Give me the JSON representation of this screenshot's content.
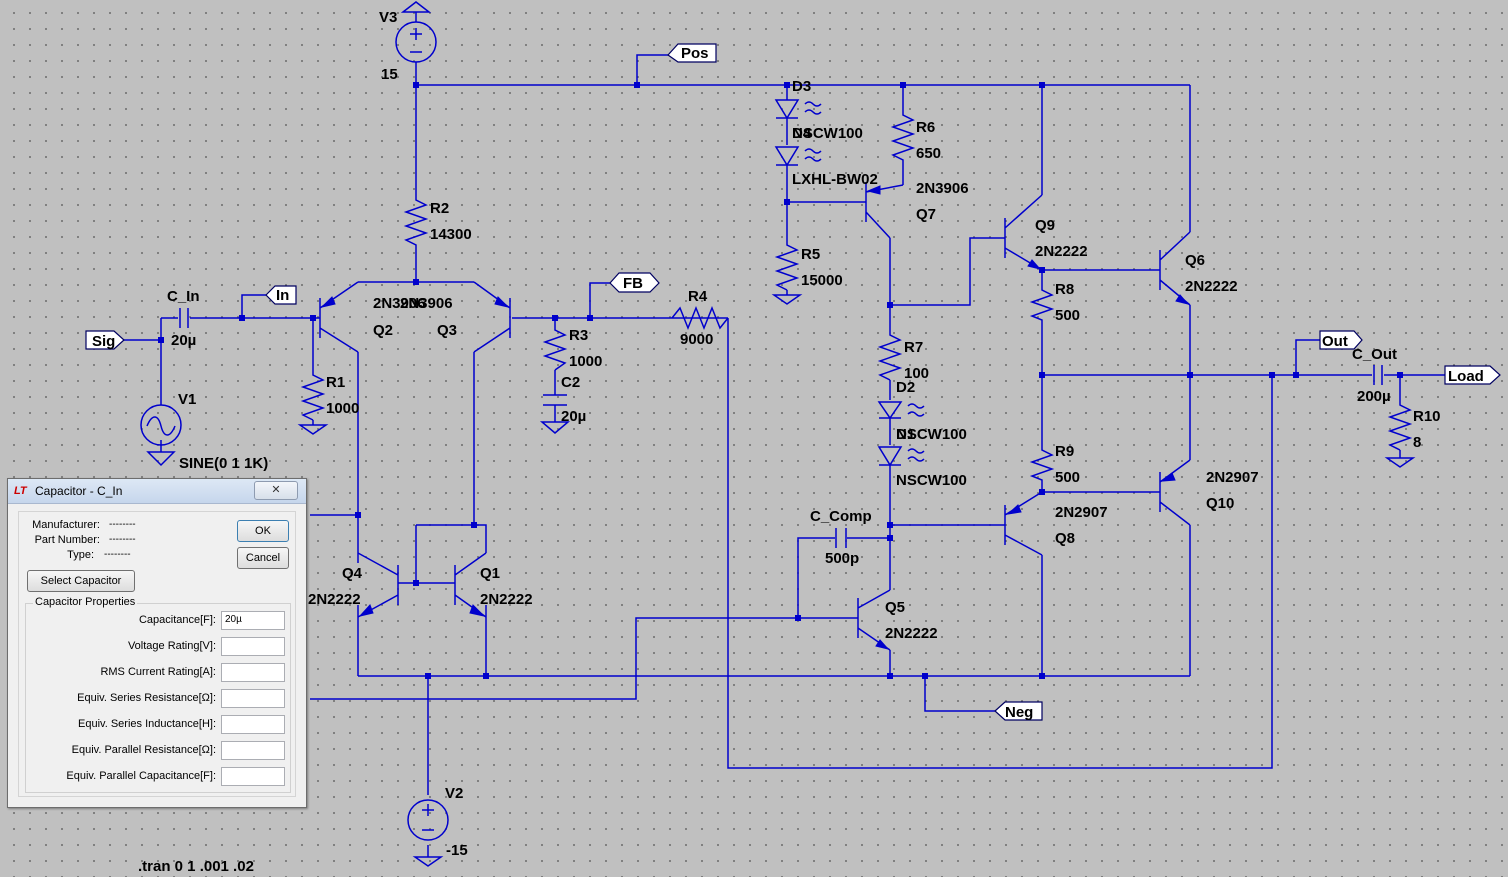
{
  "schematic": {
    "components": {
      "V3": {
        "name": "V3",
        "value": "15"
      },
      "V1": {
        "name": "V1",
        "value": "SINE(0 1 1K)"
      },
      "V2": {
        "name": "V2",
        "value": "-15"
      },
      "R1": {
        "name": "R1",
        "value": "1000"
      },
      "R2": {
        "name": "R2",
        "value": "14300"
      },
      "R3": {
        "name": "R3",
        "value": "1000"
      },
      "R4": {
        "name": "R4",
        "value": "9000"
      },
      "R5": {
        "name": "R5",
        "value": "15000"
      },
      "R6": {
        "name": "R6",
        "value": "650"
      },
      "R7": {
        "name": "R7",
        "value": "100"
      },
      "R8": {
        "name": "R8",
        "value": "500"
      },
      "R9": {
        "name": "R9",
        "value": "500"
      },
      "R10": {
        "name": "R10",
        "value": "8"
      },
      "C_In": {
        "name": "C_In",
        "value": "20µ"
      },
      "C2": {
        "name": "C2",
        "value": "20µ"
      },
      "C_Comp": {
        "name": "C_Comp",
        "value": "500p"
      },
      "C_Out": {
        "name": "C_Out",
        "value": "200µ"
      },
      "Q1": {
        "name": "Q1",
        "value": "2N2222"
      },
      "Q2": {
        "name": "Q2",
        "value": "2N3906"
      },
      "Q3": {
        "name": "Q3",
        "value": "2N3906"
      },
      "Q4": {
        "name": "Q4",
        "value": "2N2222"
      },
      "Q5": {
        "name": "Q5",
        "value": "2N2222"
      },
      "Q6": {
        "name": "Q6",
        "value": "2N2222"
      },
      "Q7": {
        "name": "Q7",
        "value": "2N3906"
      },
      "Q8": {
        "name": "Q8",
        "value": "2N2907"
      },
      "Q9": {
        "name": "Q9",
        "value": "2N2222"
      },
      "Q10": {
        "name": "Q10",
        "value": "2N2907"
      },
      "D1": {
        "name": "D1",
        "value": "NSCW100"
      },
      "D2": {
        "name": "D2",
        "value": "NSCW100"
      },
      "D3": {
        "name": "D3",
        "value": "NSCW100"
      },
      "D4": {
        "name": "D4",
        "value": "LXHL-BW02"
      },
      "D4b": {
        "value": "NSCW100"
      }
    },
    "net_labels": {
      "pos": "Pos",
      "in": "In",
      "sig": "Sig",
      "fb": "FB",
      "out": "Out",
      "load": "Load",
      "neg": "Neg"
    },
    "directive": ".tran 0 1 .001 .02"
  },
  "dialog": {
    "title": "Capacitor - C_In",
    "close_label": "✕",
    "manufacturer_label": "Manufacturer:",
    "manufacturer_value": "--------",
    "part_number_label": "Part Number:",
    "part_number_value": "--------",
    "type_label": "Type:",
    "type_value": "--------",
    "ok_label": "OK",
    "cancel_label": "Cancel",
    "select_label": "Select Capacitor",
    "group_label": "Capacitor Properties",
    "fields": [
      {
        "label": "Capacitance[F]:",
        "value": "20µ"
      },
      {
        "label": "Voltage Rating[V]:",
        "value": ""
      },
      {
        "label": "RMS Current Rating[A]:",
        "value": ""
      },
      {
        "label": "Equiv. Series Resistance[Ω]:",
        "value": ""
      },
      {
        "label": "Equiv. Series Inductance[H]:",
        "value": ""
      },
      {
        "label": "Equiv. Parallel Resistance[Ω]:",
        "value": ""
      },
      {
        "label": "Equiv. Parallel Capacitance[F]:",
        "value": ""
      }
    ]
  },
  "colors": {
    "wire": "#0000cc",
    "canvas": "#c0c0c0",
    "grid_dot": "#707070"
  }
}
